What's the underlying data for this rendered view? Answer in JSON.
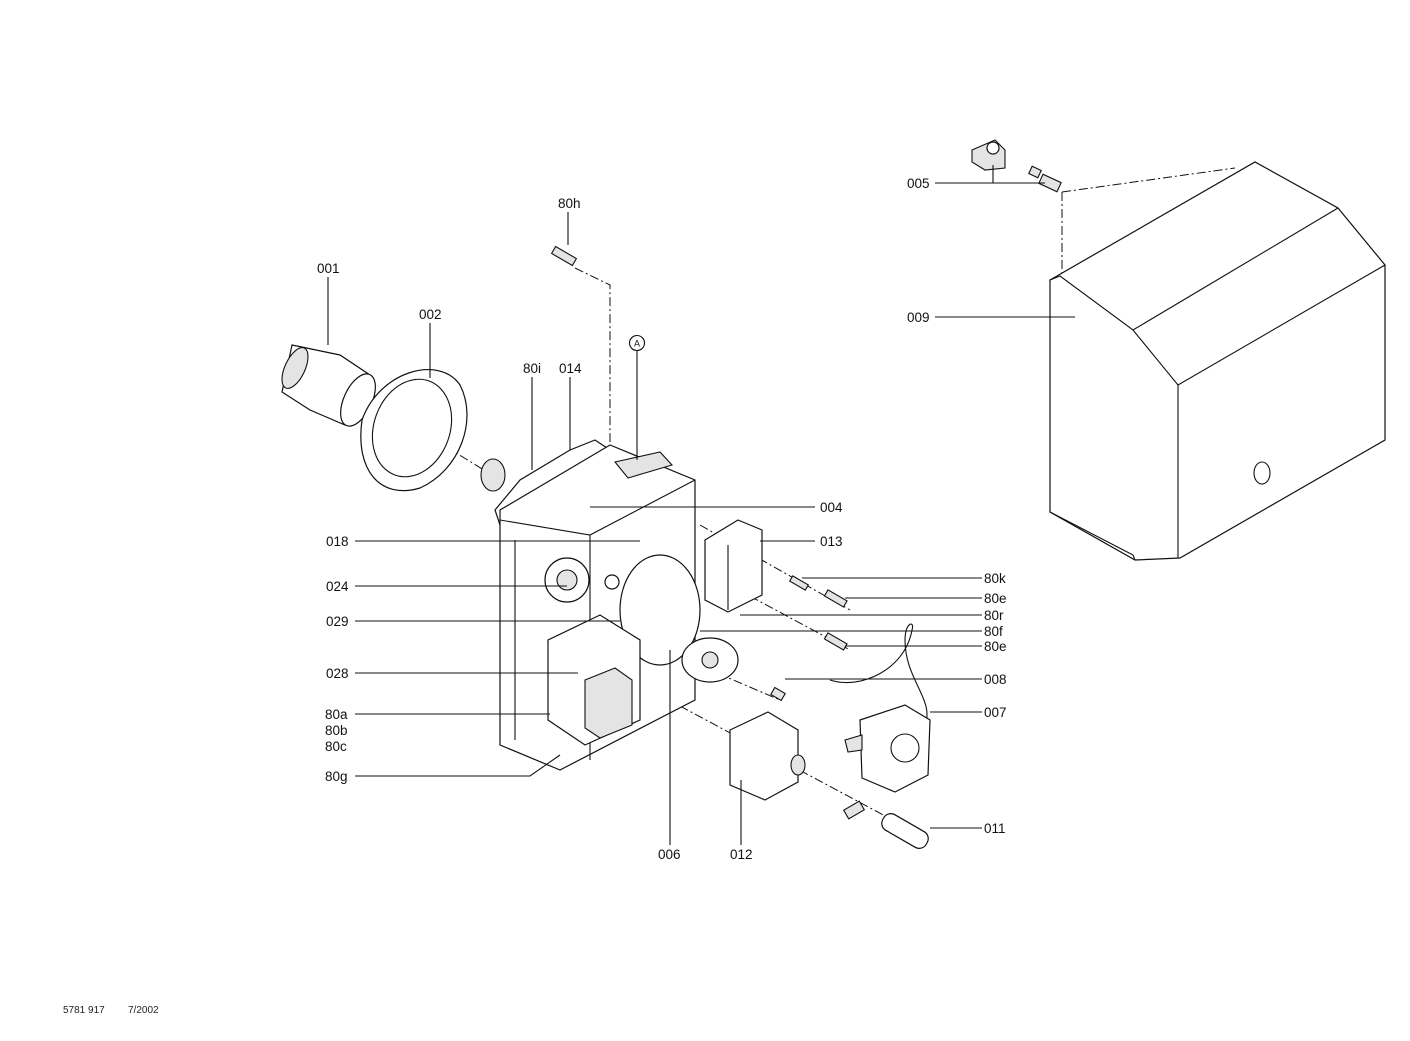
{
  "labels": {
    "p80h": "80h",
    "p001": "001",
    "p002": "002",
    "p80i": "80i",
    "p014": "014",
    "pA": "A",
    "p004": "004",
    "p018": "018",
    "p013": "013",
    "p024": "024",
    "p80k": "80k",
    "p80e1": "80e",
    "p029": "029",
    "p80r": "80r",
    "p80f": "80f",
    "p80e2": "80e",
    "p028": "028",
    "p008": "008",
    "p80a": "80a",
    "p80b": "80b",
    "p80c": "80c",
    "p007": "007",
    "p80g": "80g",
    "p011": "011",
    "p006": "006",
    "p012": "012",
    "p005": "005",
    "p009": "009"
  },
  "footer": {
    "doc_number": "5781 917",
    "date": "7/2002"
  }
}
